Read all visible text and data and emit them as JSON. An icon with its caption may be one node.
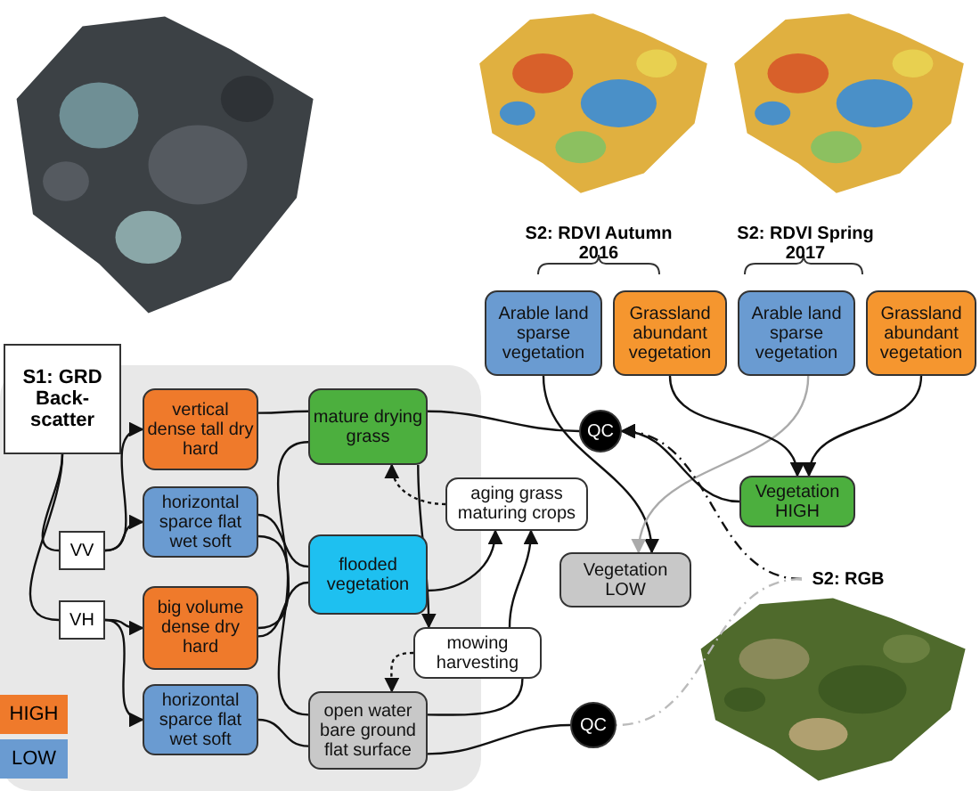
{
  "diagram": {
    "nodes": [
      {
        "text": [
          "S1: GRD Back-scatter"
        ]
      },
      {
        "text": [
          "VV"
        ]
      },
      {
        "text": [
          "VH"
        ]
      },
      {
        "text": [
          "vertical dense tall dry hard"
        ]
      },
      {
        "text": [
          "horizontal sparce flat wet soft"
        ]
      },
      {
        "text": [
          "big volume dense dry hard"
        ]
      },
      {
        "text": [
          "horizontal sparce flat wet soft"
        ]
      },
      {
        "text": [
          "mature drying grass"
        ]
      },
      {
        "text": [
          "aging grass maturing crops"
        ]
      },
      {
        "text": [
          "flooded vegetation"
        ]
      },
      {
        "text": [
          "mowing harvesting"
        ]
      },
      {
        "text": [
          "open water bare ground flat surface"
        ]
      },
      {
        "text": [
          "Arable land sparse vegetation"
        ]
      },
      {
        "text": [
          "Grassland abundant vegetation"
        ]
      },
      {
        "text": [
          "Arable land sparse vegetation"
        ]
      },
      {
        "text": [
          "Grassland abundant vegetation"
        ]
      },
      {
        "text": [
          "QC"
        ]
      },
      {
        "text": [
          "Vegetation HIGH"
        ]
      },
      {
        "text": [
          "Vegetation LOW"
        ]
      },
      {
        "text": [
          "QC"
        ]
      },
      {
        "text": [
          "S2: RGB"
        ]
      }
    ],
    "edges": [
      {
        "from": 0,
        "to": 1,
        "arrow": "none"
      },
      {
        "from": 0,
        "to": 2,
        "arrow": "none"
      },
      {
        "from": 1,
        "to": 3,
        "arrow": "to"
      },
      {
        "from": 1,
        "to": 4,
        "arrow": "to"
      },
      {
        "from": 2,
        "to": 5,
        "arrow": "to"
      },
      {
        "from": 2,
        "to": 6,
        "arrow": "to"
      },
      {
        "from": 3,
        "to": 7,
        "arrow": "none"
      },
      {
        "from": 5,
        "to": 7,
        "arrow": "none"
      },
      {
        "from": 4,
        "to": 9,
        "arrow": "none"
      },
      {
        "from": 5,
        "to": 9,
        "arrow": "none"
      },
      {
        "from": 4,
        "to": 11,
        "arrow": "none"
      },
      {
        "from": 6,
        "to": 11,
        "arrow": "none"
      },
      {
        "from": 7,
        "to": 16,
        "arrow": "none"
      },
      {
        "from": 7,
        "to": 10,
        "arrow": "to"
      },
      {
        "from": 9,
        "to": 8,
        "arrow": "to"
      },
      {
        "from": 10,
        "to": 8,
        "arrow": "to"
      },
      {
        "from": 11,
        "to": 10,
        "arrow": "none"
      },
      {
        "from": 8,
        "to": 7,
        "arrow": "to",
        "style": "dashed"
      },
      {
        "from": 10,
        "to": 11,
        "arrow": "to",
        "style": "dashed"
      },
      {
        "from": 11,
        "to": 19,
        "arrow": "none"
      },
      {
        "from": 12,
        "to": 18,
        "arrow": "to"
      },
      {
        "from": 14,
        "to": 18,
        "arrow": "to",
        "color": "#aaaaaa"
      },
      {
        "from": 13,
        "to": 17,
        "arrow": "to"
      },
      {
        "from": 15,
        "to": 17,
        "arrow": "to"
      },
      {
        "from": 17,
        "to": 16,
        "arrow": "to"
      },
      {
        "from": 20,
        "to": 16,
        "arrow": "to",
        "style": "dashed"
      },
      {
        "from": 20,
        "to": 19,
        "arrow": "none",
        "style": "dashed",
        "color": "#bbbbbb"
      }
    ],
    "labels": [
      "S2: RDVI Autumn 2016",
      "S2: RDVI Spring 2017"
    ],
    "legend": [
      {
        "text": "HIGH",
        "color": "#ef7a2b"
      },
      {
        "text": "LOW",
        "color": "#6a9bd1"
      }
    ]
  }
}
